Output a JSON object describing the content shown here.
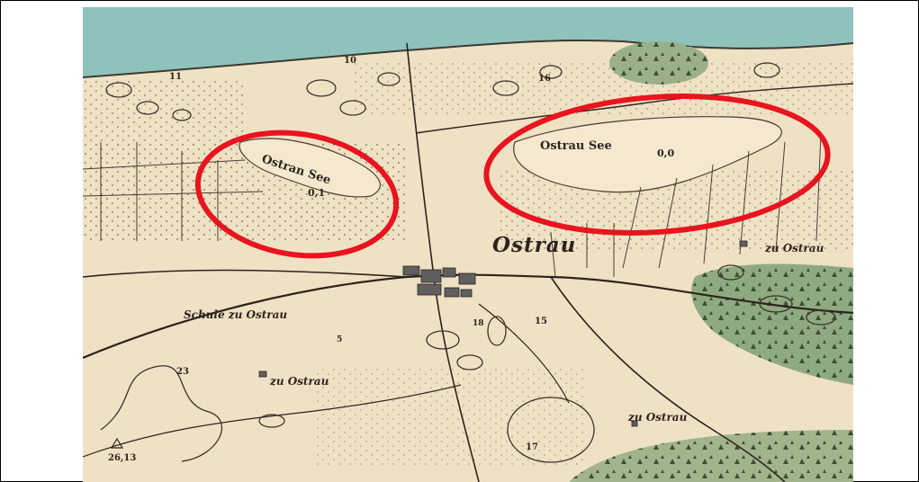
{
  "map": {
    "labels": {
      "town": "Ostrau",
      "lake_west": "Ostran See",
      "lake_east": "Ostrau See",
      "depth_west": "0,1",
      "depth_east": "0,0",
      "school": "Schule zu Ostrau",
      "farm_center": "zu Ostrau",
      "farm_southeast": "zu Ostrau",
      "farm_east": "zu Ostrau",
      "elevation_10": "10",
      "elevation_11": "11",
      "elevation_16": "16",
      "elevation_15": "15",
      "elevation_17": "17",
      "elevation_23": "23",
      "elevation_5": "5",
      "elevation_18": "18",
      "trig_height": "26,13"
    },
    "colors": {
      "paper": "#efe1c4",
      "water": "#8fc2bd",
      "forest": "#9ab08a",
      "ink": "#2b241c",
      "highlight": "#e8141e"
    }
  }
}
